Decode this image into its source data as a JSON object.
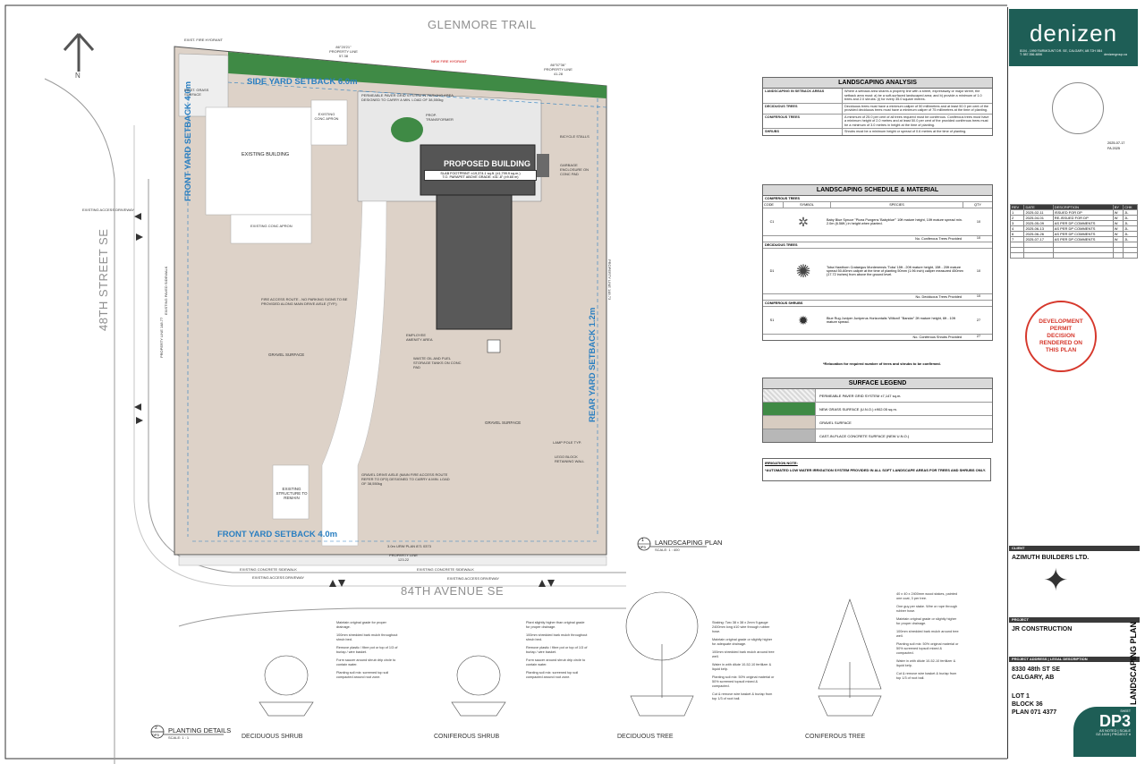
{
  "streets": {
    "north": "GLENMORE TRAIL",
    "west": "48TH STREET SE",
    "south": "84TH AVENUE SE"
  },
  "setbacks": {
    "side": "SIDE YARD SETBACK 6.0m",
    "front_west": "FRONT YARD SETBACK 4.0m",
    "front_south": "FRONT YARD SETBACK 4.0m",
    "rear": "REAR YARD SETBACK 1.2m"
  },
  "site": {
    "proposed_building": "PROPOSED BUILDING",
    "building_footprint": "SLAB FOOTPRINT: ±19,374.1 sq.ft. (±1,799.9 sq.m.)",
    "parapet": "T.O. PARAPET ABOVE GRADE: ±31'-8\" (±9.65 m)",
    "existing_building": "EXISTING BUILDING",
    "existing_structure": "EXISTING STRUCTURE TO REMAIN",
    "existing_conc_apron_1": "EXISTING CONC APRON",
    "existing_conc_apron_2": "EXISTING CONC APRON",
    "gravel_surface_1": "GRAVEL SURFACE",
    "gravel_surface_2": "GRAVEL SURFACE",
    "paver_note": "PERMEABLE PAVER GRID SYSTEM IN PARKING AREA DESIGNED TO CARRY A MIN. LOAD OF 38,550kg",
    "fire_access": "FIRE ACCESS ROUTE - NO PARKING SIGNS TO BE PROVIDED ALONG MAIN DRIVE AISLE (TYP.)",
    "gravel_drive_aisle": "GRAVEL DRIVE AISLE (MAIN FIRE ACCESS ROUTE REFER TO DP2) DESIGNED TO CARRY A MIN. LOAD OF 38,550kg",
    "employee_amenity": "EMPLOYEE AMENITY AREA",
    "waste_oil": "WASTE OIL AND FUEL STORAGE TANKS ON CONC PAD",
    "lamp_pole": "LAMP POLE TYP.",
    "lego_block": "LEGO BLOCK RETAINING WALL",
    "bicycle_stalls": "BICYCLE STALLS",
    "garbage": "GARBAGE ENCLOSURE ON CONC PAD",
    "prop_transformer": "PROP. TRANSFORMER",
    "new_fire_hydrant": "NEW FIRE HYDRANT",
    "exist_fire_hydrant": "EXIST. FIRE HYDRANT",
    "exist_grass": "EXIST. GRASS SURFACE",
    "existing_access_driveway_1": "EXISTING ACCESS DRIVEWAY",
    "existing_access_driveway_2": "EXISTING ACCESS DRIVEWAY",
    "existing_access_driveway_3": "EXISTING ACCESS DRIVEWAY",
    "existing_concrete_sidewalk_1": "EXISTING CONCRETE SIDEWALK",
    "existing_concrete_sidewalk_2": "EXISTING CONCRETE SIDEWALK",
    "existing_paved_sidewalk": "EXISTING PAVED SIDEWALK",
    "property_line_north_1": "86°20'21\" PROPERTY LINE 57.38",
    "property_line_north_2": "86°57'36\" PROPERTY LINE 41.28",
    "property_line_west": "PROPERTY LINE 148.77",
    "property_line_east": "PROPERTY LINE 148.73",
    "property_line_south": "PROPERTY LINE 123.22",
    "row_plan": "3.0m URW PLAN 871 0373",
    "north_label": "N"
  },
  "plan_titles": {
    "landscaping_plan": "LANDSCAPING PLAN",
    "landscaping_plan_num": "1",
    "landscaping_plan_sheet": "DP3",
    "landscaping_plan_scale": "SCALE: 1 : 400",
    "planting_details": "PLANTING DETAILS",
    "planting_details_num": "2",
    "planting_details_sheet": "DP3",
    "planting_details_scale": "SCALE: 1 : 1"
  },
  "analysis": {
    "title": "LANDSCAPING ANALYSIS",
    "rows": [
      {
        "key": "LANDSCAPING IN SETBACK AREAS",
        "value": "Where a setback area shares a property line with a street, expressway or major street, the setback area must: a) be a soft-surfaced landscaped area; and b) provide a minimum of 1.0 trees and 2.0 shrubs: (i) for every 35.0 square metres."
      },
      {
        "key": "DECIDUOUS TREES",
        "value": "Deciduous trees must have a minimum caliper of 50 millimetres and at least 50.0 per cent of the provided deciduous trees must have a minimum caliper of 75 millimetres at the time of planting."
      },
      {
        "key": "CONIFEROUS TREES",
        "value": "A minimum of 25.0 per cent of all trees required must be coniferous. Coniferous trees must have a minimum height of 2.0 metres and at least 50.0 per cent of the provided coniferous trees must be a minimum of 3.0 metres in height at the time of planting."
      },
      {
        "key": "SHRUBS",
        "value": "Shrubs must be a minimum height or spread of 0.6 metres at the time of planting."
      }
    ]
  },
  "schedule": {
    "title": "LANDSCAPING SCHEDULE & MATERIAL",
    "headers": [
      "CODE",
      "SYMBOL",
      "SPECIES",
      "QTY"
    ],
    "sections": [
      {
        "label": "CONIFEROUS TREES",
        "code": "C1",
        "species": "Baby Blue Spruce \"Picea Pungens 'Babyblue'\" 10ft mature height, 10ft mature spread min. 2.0m (6.56ft.) in height when planted.",
        "qty": "10",
        "total_label": "No. Coniferous Trees Provided",
        "total": "10"
      },
      {
        "label": "DECIDUOUS TREES",
        "code": "D1",
        "species": "Toba Hawthorn Crataegus Mordenensis 'Toba' 15ft - 20ft mature height, 15ft - 20ft mature spread 50-60mm caliper at the time of planting 50mm (1.96 inch) caliper measured 450mm (17.72 inches) from above the ground level.",
        "qty": "10",
        "total_label": "No. Deciduous Trees Provided",
        "total": "10"
      },
      {
        "label": "CONIFEROUS SHRUBS",
        "code": "S1",
        "species": "Blue Rug Juniper Juniperus Horizontalis 'Wiltonii' \"Bandar\" 2ft mature height, 6ft - 10ft mature spread.",
        "qty": "27",
        "total_label": "No. Coniferous Shrubs Provided",
        "total": "27"
      }
    ],
    "footnote": "*Relocation for required number of trees and shrubs to be confirmed."
  },
  "surface_legend": {
    "title": "SURFACE LEGEND",
    "items": [
      {
        "label": "PERMEABLE PAVER GRID SYSTEM ±7,147 sq.m."
      },
      {
        "label": "NEW GRASS SURFACE (U.N.O.) ±902.05 sq.m."
      },
      {
        "label": "GRAVEL SURFACE"
      },
      {
        "label": "CAST-IN-PLACE CONCRETE SURFACE (NEW U.N.O.)"
      }
    ],
    "colors": {
      "paver": "#e6e6e6",
      "grass": "#3f8a45",
      "gravel": "#d7ccc1",
      "concrete": "#b7b7b7"
    }
  },
  "irrigation": {
    "title": "IRRIGATION NOTE:",
    "text": "*AUTOMATED LOW WATER IRRIGATION SYSTEM PROVIDED IN ALL SOFT LANDSCAPE AREAS FOR TREES AND SHRUBS ONLY."
  },
  "stamp": "DEVELOPMENT PERMIT DECISION RENDERED ON THIS PLAN",
  "title_block": {
    "logo": "denizen",
    "address": "8104 - 1990 FAIRMOUNT DR. SE, CALGARY, AB T2H 0B4",
    "phone": "T: 587.356.4856",
    "web": "denizengroup.ca",
    "seal_date": "2025-07-17",
    "seal_ref": "FA 2025",
    "revisions": [
      {
        "no": "1",
        "date": "2025-02-11",
        "desc": "ISSUED FOR DP",
        "by": "W",
        "chk": "JL"
      },
      {
        "no": "2",
        "date": "2025-04-01",
        "desc": "RE-ISSUED FOR DP",
        "by": "W",
        "chk": "JL"
      },
      {
        "no": "3",
        "date": "2025-05-09",
        "desc": "AS PER DP COMMENTS",
        "by": "W",
        "chk": "JL"
      },
      {
        "no": "4",
        "date": "2025-06-13",
        "desc": "AS PER DP COMMENTS",
        "by": "W",
        "chk": "JL"
      },
      {
        "no": "6",
        "date": "2025-06-26",
        "desc": "AS PER DP COMMENTS",
        "by": "W",
        "chk": "JL"
      },
      {
        "no": "7",
        "date": "2025-07-17",
        "desc": "AS PER DP COMMENTS",
        "by": "W",
        "chk": "JL"
      }
    ],
    "rev_headers": [
      "REV",
      "DATE",
      "DESCRIPTION",
      "BY",
      "CHK"
    ],
    "client_label": "CLIENT",
    "client": "AZIMUTH BUILDERS LTD.",
    "project_label": "PROJECT",
    "project": "JR CONSTRUCTION",
    "legal_label": "PROJECT ADDRESS | LEGAL DESCRIPTION",
    "address_line1": "8330 48th ST SE",
    "address_line2": "CALGARY, AB",
    "lot": "LOT 1",
    "block": "BLOCK 36",
    "plan": "PLAN 071 4377",
    "sheet_title": "LANDSCAPING PLAN",
    "sheet_label": "SHEET",
    "sheet_no": "DP3",
    "scale": "AS NOTED | SCALE",
    "project_no": "DZ-1019 | PROJECT #"
  },
  "details": [
    {
      "caption": "DECIDUOUS SHRUB",
      "notes": [
        "Maintain original grade for proper drainage.",
        "100mm shredded bark mulch throughout shrub bed.",
        "Remove plastic / fibre pot or top of 1/3 of burlap / wire basket.",
        "Form saucer around shrub drip circle to contain water.",
        "Planting soil mix: screened top soil compacted around root zone."
      ]
    },
    {
      "caption": "CONIFEROUS SHRUB",
      "notes": [
        "Plant slightly higher than original grade for proper drainage.",
        "100mm shredded bark mulch throughout shrub bed.",
        "Remove plastic / fibre pot or top of 1/3 of burlap / wire basket.",
        "Form saucer around shrub drip circle to contain water.",
        "Planting soil mix: screened top soil compacted around root zone."
      ]
    },
    {
      "caption": "DECIDUOUS TREE",
      "notes": [
        "Staking: Two 38 x 38 x 2mm 9-gauge 2400mm long #10 wire through rubber hose.",
        "Maintain original grade or slightly higher for adequate drainage.",
        "100mm shredded bark mulch around tree well.",
        "Water in with dilute 10-52-10 fertilizer & liquid kelp.",
        "Planting soil mix: 50% original material or 50% screened topsoil mixed & compacted.",
        "Cut & remove wire basket & burlap from top 1/3 of root ball."
      ]
    },
    {
      "caption": "CONIFEROUS TREE",
      "notes": [
        "40 x 40 x 2400mm wood stakes, painted one coat, 3 per tree.",
        "One guy per stake. Wire or rope through rubber hose.",
        "Maintain original grade or slightly higher for proper drainage.",
        "100mm shredded bark mulch around tree well.",
        "Planting soil mix: 50% original material or 50% screened topsoil mixed & compacted.",
        "Water in with dilute 10-52-10 fertilizer & liquid kelp.",
        "Cut & remove wire basket & burlap from top 1/3 of root ball."
      ]
    }
  ]
}
